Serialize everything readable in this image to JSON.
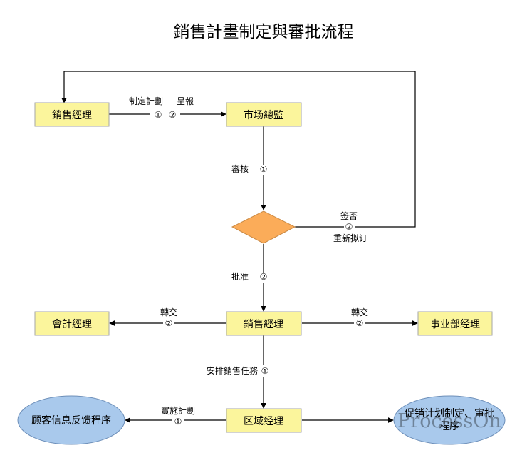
{
  "title": "銷售計畫制定與審批流程",
  "nodes": {
    "sales_manager_top": "銷售經理",
    "market_director": "市场總監",
    "sales_manager_mid": "銷售經理",
    "accounting_manager": "會計經理",
    "division_manager": "事业部经理",
    "regional_manager": "区域经理",
    "customer_feedback": "顾客信息反馈程序",
    "promotion_plan_line1": "促销计划制定、审批",
    "promotion_plan_line2": "程序"
  },
  "edges": {
    "make_plan": "制定計劃",
    "make_plan_step": "①",
    "submit": "呈報",
    "submit_step": "②",
    "review": "審核",
    "review_step": "①",
    "veto": "签否",
    "veto_step": "②",
    "redraft": "重新拟订",
    "approve": "批准",
    "approve_step": "②",
    "forward_left": "轉交",
    "forward_left_step": "②",
    "forward_right": "轉交",
    "forward_right_step": "②",
    "assign_tasks": "安排銷售任務",
    "assign_tasks_step": "①",
    "implement": "實施計劃",
    "implement_step": "①"
  },
  "watermark": "ProcessOn",
  "colors": {
    "process_fill": "#fbf59c",
    "process_stroke": "#a6a6a6",
    "decision_fill": "#fbac59",
    "terminal_fill": "#a9c9ec",
    "terminal_stroke": "#6d8fb9",
    "line": "#000000"
  }
}
